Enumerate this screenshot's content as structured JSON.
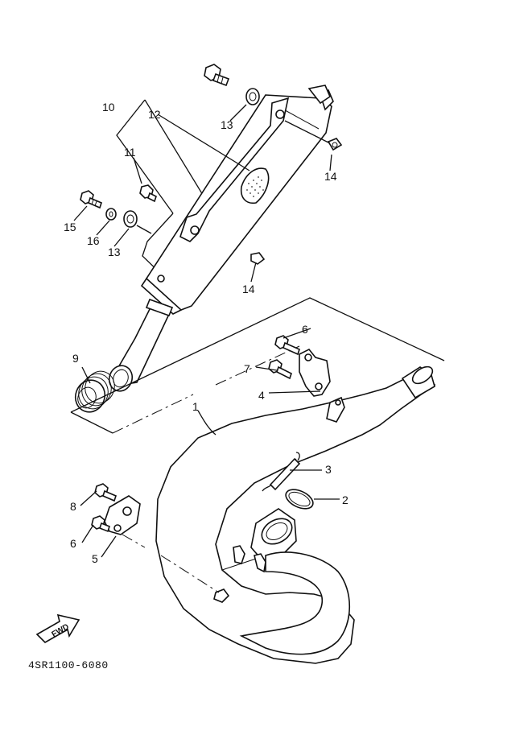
{
  "diagram": {
    "part_labels": {
      "p1": "1",
      "p2": "2",
      "p3": "3",
      "p4": "4",
      "p5": "5",
      "p6a": "6",
      "p6b": "6",
      "p7": "7",
      "p8": "8",
      "p9": "9",
      "p10": "10",
      "p11": "11",
      "p12": "12",
      "p13a": "13",
      "p13b": "13",
      "p14a": "14",
      "p14b": "14",
      "p15": "15",
      "p16": "16"
    },
    "fwd_label": "FWD",
    "diagram_code": "4SR1100-6080"
  },
  "colors": {
    "ink": "#111111",
    "background": "#ffffff"
  }
}
